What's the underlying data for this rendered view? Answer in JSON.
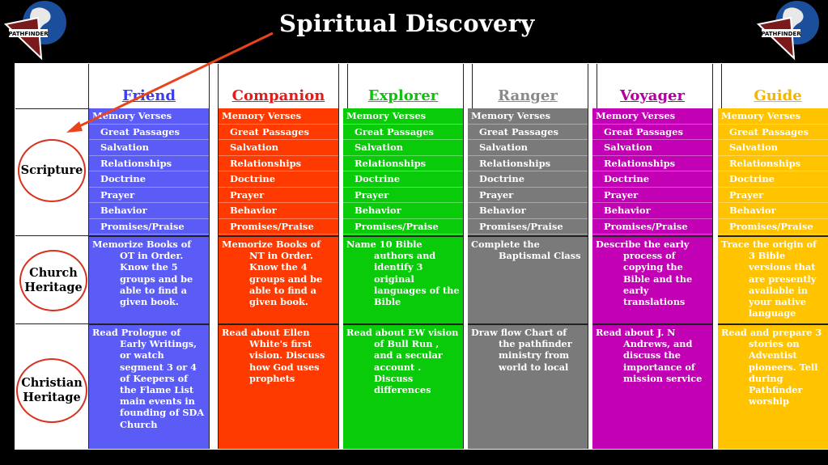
{
  "title": "Spiritual Discovery",
  "logo_text": "PATHFINDER",
  "rows": {
    "scripture": "Scripture",
    "church": [
      "Church",
      "Heritage"
    ],
    "christian": [
      "Christian",
      "Heritage"
    ]
  },
  "scripture_items": [
    "Memory Verses",
    "Great Passages",
    "Salvation",
    "Relationships",
    "Doctrine",
    "Prayer",
    "Behavior",
    "Promises/Praise"
  ],
  "columns": [
    {
      "name": "Friend",
      "color": "#5a5cf5",
      "header_color": "#3b3df2",
      "church": "Memorize Books of OT in Order. Know the 5 groups and be able to find a given book.",
      "christian": "Read Prologue of Early Writings, or watch segment 3 or 4 of Keepers of the Flame List main events in founding of SDA Church"
    },
    {
      "name": "Companion",
      "color": "#ff3a00",
      "header_color": "#e01c1c",
      "church": "Memorize Books of NT in Order. Know the 4 groups and be able to find a given book.",
      "christian": "Read about Ellen White's first vision.  Discuss how God uses prophets"
    },
    {
      "name": "Explorer",
      "color": "#0acb0a",
      "header_color": "#10c010",
      "church": "Name 10 Bible authors and identify 3 original languages of the Bible",
      "christian": "Read about EW vision of Bull Run , and a secular account . Discuss differences"
    },
    {
      "name": "Ranger",
      "color": "#7a7a7a",
      "header_color": "#8a8a8a",
      "church": "Complete the Baptismal Class",
      "christian": "Draw flow Chart of the pathfinder ministry from world to local"
    },
    {
      "name": "Voyager",
      "color": "#c200b4",
      "header_color": "#b0009f",
      "church": "Describe the early process of copying the Bible and the early translations",
      "christian": "Read about J. N Andrews, and discuss the importance of mission service"
    },
    {
      "name": "Guide",
      "color": "#ffc300",
      "header_color": "#f4b400",
      "church": "Trace the origin of 3 Bible versions that are presently available in your native language",
      "christian": "Read and prepare 3 stories on Adventist pioneers. Tell during Pathfinder worship"
    }
  ]
}
